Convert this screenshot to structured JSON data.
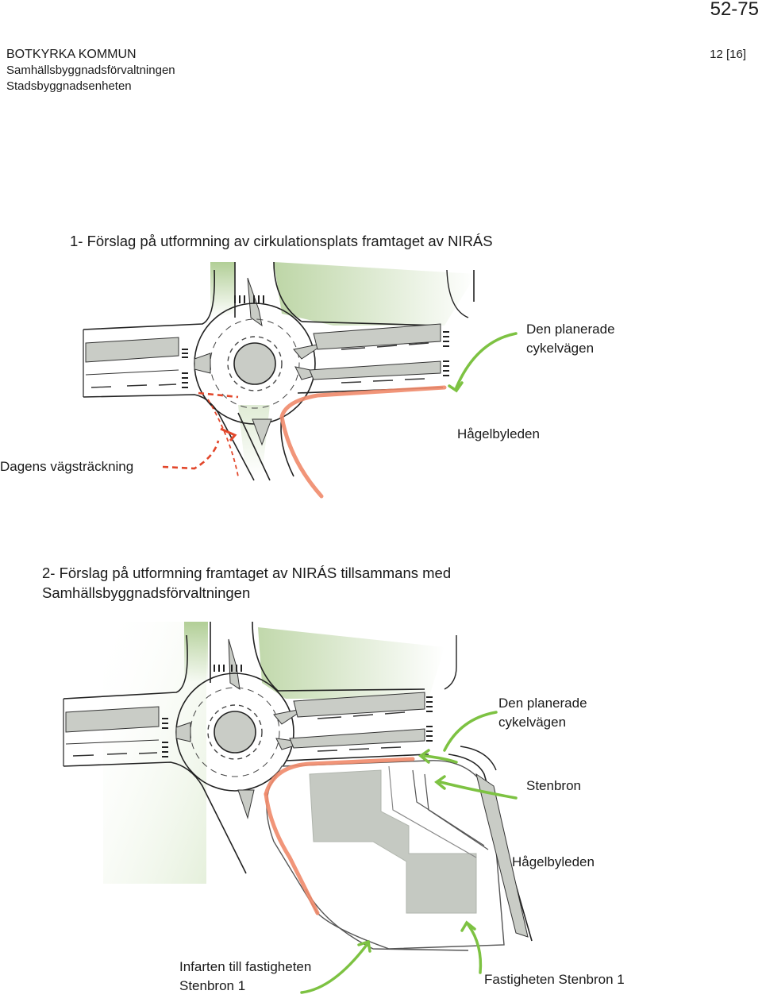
{
  "header": {
    "page_number": "52-75",
    "organization": "BOTKYRKA KOMMUN",
    "department_1": "Samhällsbyggnadsförvaltningen",
    "department_2": "Stadsbyggnadsenheten",
    "doc_page": "12 [16]"
  },
  "figure1": {
    "caption": "1- Förslag på utformning av cirkulationsplats framtaget av NIRÁS",
    "label_cycleway_1": "Den planerade",
    "label_cycleway_2": "cykelvägen",
    "label_road": "Hågelbyleden",
    "label_current_route": "Dagens vägsträckning"
  },
  "figure2": {
    "caption_line1": "2- Förslag på utformning framtaget av NIRÁS tillsammans med",
    "caption_line2": "Samhällsbyggnadsförvaltningen",
    "label_cycleway_1": "Den planerade",
    "label_cycleway_2": "cykelvägen",
    "label_bridge": "Stenbron",
    "label_road": "Hågelbyleden",
    "label_entrance_1": "Infarten till fastigheten",
    "label_entrance_2": "Stenbron 1",
    "label_property": "Fastigheten Stenbron 1"
  },
  "colors": {
    "green_area": "#a9c98b",
    "arrow_green": "#7dc242",
    "red_dashed": "#e2472b",
    "orange_path": "#ef8a6a",
    "island_grey": "#c9ccc6",
    "building_grey": "#c5c9c2"
  }
}
